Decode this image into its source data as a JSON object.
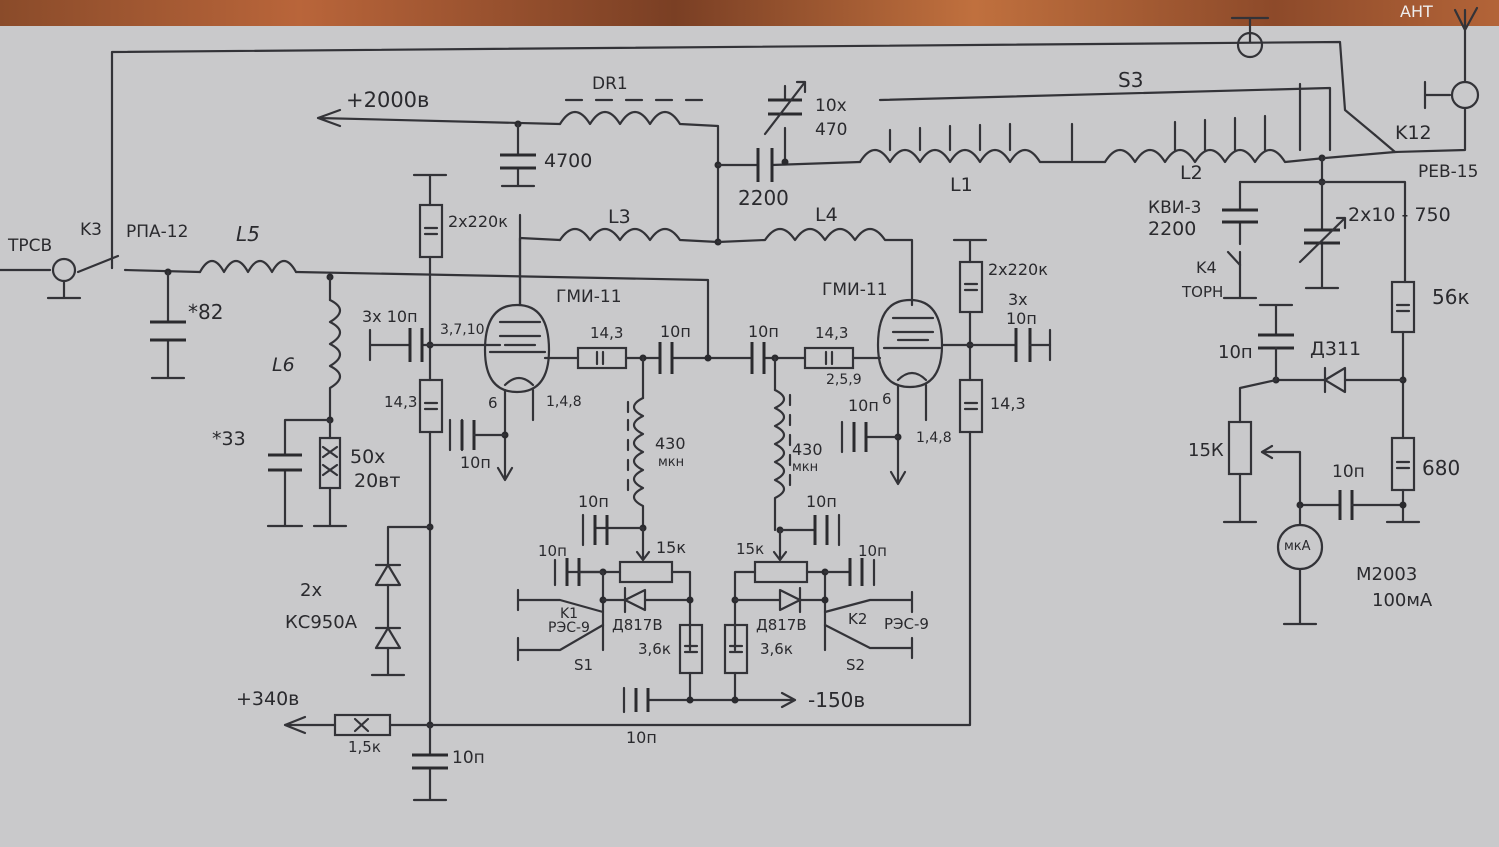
{
  "labels": {
    "trcv": "TPCB",
    "k3": "K3",
    "rpa": "РПА-12",
    "l5": "L5",
    "plus2000": "+2000в",
    "dr1": "DR1",
    "c4700": "4700",
    "c2200": "2200",
    "cvar": "10x",
    "cvar2": "470",
    "s3": "S3",
    "ant": "AHT",
    "k12": "K12",
    "reb": "PEB-15",
    "l1": "L1",
    "l2": "L2",
    "kvi": "КВИ-3",
    "kvi2": "2200",
    "k4": "K4",
    "torn": "TOPH",
    "cout": "2x10 - 750",
    "r2x220a": "2x220к",
    "r2x220b": "2x220к",
    "l3": "L3",
    "l4": "L4",
    "gmi1": "ГМИ-11",
    "gmi2": "ГМИ-11",
    "c82": "*82",
    "c3x10a": "3x 10п",
    "c3x10b1": "3x",
    "c3x10b2": "10п",
    "pins1": "3,7,10",
    "pins2": "2,5,9",
    "pin6a": "6",
    "pin6b": "6",
    "pins148a": "1,4,8",
    "pins148b": "1,4,8",
    "r143a": "14,3",
    "r143b": "14,3",
    "r143c": "14,3",
    "r143d": "14,3",
    "c10a": "10п",
    "c10b": "10п",
    "c10c": "10п",
    "c10d": "10п",
    "l6": "L6",
    "c33": "*33",
    "r50": "50x",
    "r50b": "20вт",
    "ch430a": "430",
    "ch430a2": "мкн",
    "ch430b": "430",
    "ch430b2": "мкн",
    "c10e": "10п",
    "c10f": "10п",
    "pot15a": "15к",
    "pot15b": "15к",
    "c10g": "10п",
    "c10h": "10п",
    "k1": "K1",
    "res9a": "РЭС-9",
    "k2": "K2",
    "res9b": "РЭС-9",
    "d817a": "Д817В",
    "d817b": "Д817В",
    "r36a": "3,6к",
    "r36b": "3,6к",
    "s1": "S1",
    "s2": "S2",
    "zen": "2x",
    "zen2": "КС950А",
    "plus340": "+340в",
    "r15": "1,5к",
    "minus150": "-150в",
    "c10i": "10п",
    "c10j": "10п",
    "r56": "56к",
    "c10k": "10п",
    "d311": "Д311",
    "pot15c": "15К",
    "c10l": "10п",
    "r680": "680",
    "meter": "мкА",
    "m2003": "M2003",
    "m100": "100мА"
  }
}
